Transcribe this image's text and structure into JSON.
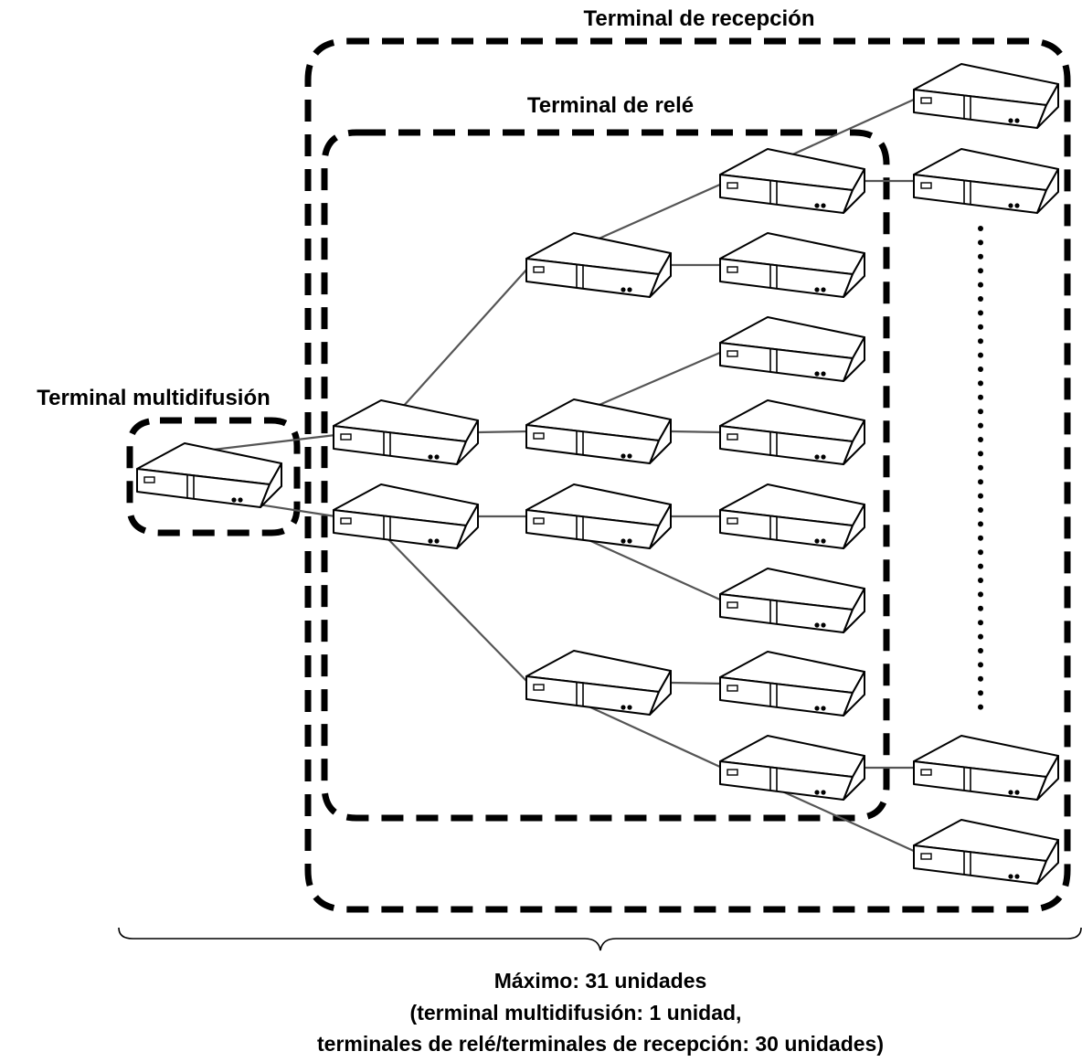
{
  "labels": {
    "reception": "Terminal de recepción",
    "relay": "Terminal de relé",
    "multicast": "Terminal multidifusión"
  },
  "caption": {
    "line1": "Máximo: 31 unidades",
    "line2": "(terminal multidifusión: 1 unidad,",
    "line3": "terminales de relé/terminales de recepción: 30 unidades)"
  },
  "nodes": [
    {
      "id": "mc",
      "role": "multicast"
    },
    {
      "id": "r1",
      "role": "relay"
    },
    {
      "id": "r2",
      "role": "relay"
    },
    {
      "id": "r3",
      "role": "relay"
    },
    {
      "id": "r4",
      "role": "relay"
    },
    {
      "id": "r5",
      "role": "relay"
    },
    {
      "id": "r6",
      "role": "relay"
    },
    {
      "id": "r7",
      "role": "relay"
    },
    {
      "id": "r8",
      "role": "relay"
    },
    {
      "id": "r9",
      "role": "relay"
    },
    {
      "id": "r10",
      "role": "relay"
    },
    {
      "id": "r11",
      "role": "relay"
    },
    {
      "id": "r12",
      "role": "relay"
    },
    {
      "id": "r13",
      "role": "relay"
    },
    {
      "id": "t1",
      "role": "reception"
    },
    {
      "id": "t2",
      "role": "reception"
    },
    {
      "id": "t3",
      "role": "reception"
    },
    {
      "id": "t4",
      "role": "reception"
    }
  ],
  "links": [
    [
      "mc",
      "r1"
    ],
    [
      "mc",
      "r2"
    ],
    [
      "r1",
      "r3"
    ],
    [
      "r1",
      "r4"
    ],
    [
      "r2",
      "r5"
    ],
    [
      "r2",
      "r6"
    ],
    [
      "r3",
      "r7"
    ],
    [
      "r3",
      "r8"
    ],
    [
      "r4",
      "r9"
    ],
    [
      "r4",
      "r10"
    ],
    [
      "r5",
      "r11"
    ],
    [
      "r5",
      "r12"
    ],
    [
      "r6",
      "r13"
    ],
    [
      "r6",
      "r14"
    ],
    [
      "r7",
      "t1"
    ],
    [
      "r7",
      "t2"
    ],
    [
      "r14",
      "t3"
    ],
    [
      "r14",
      "t4"
    ]
  ]
}
